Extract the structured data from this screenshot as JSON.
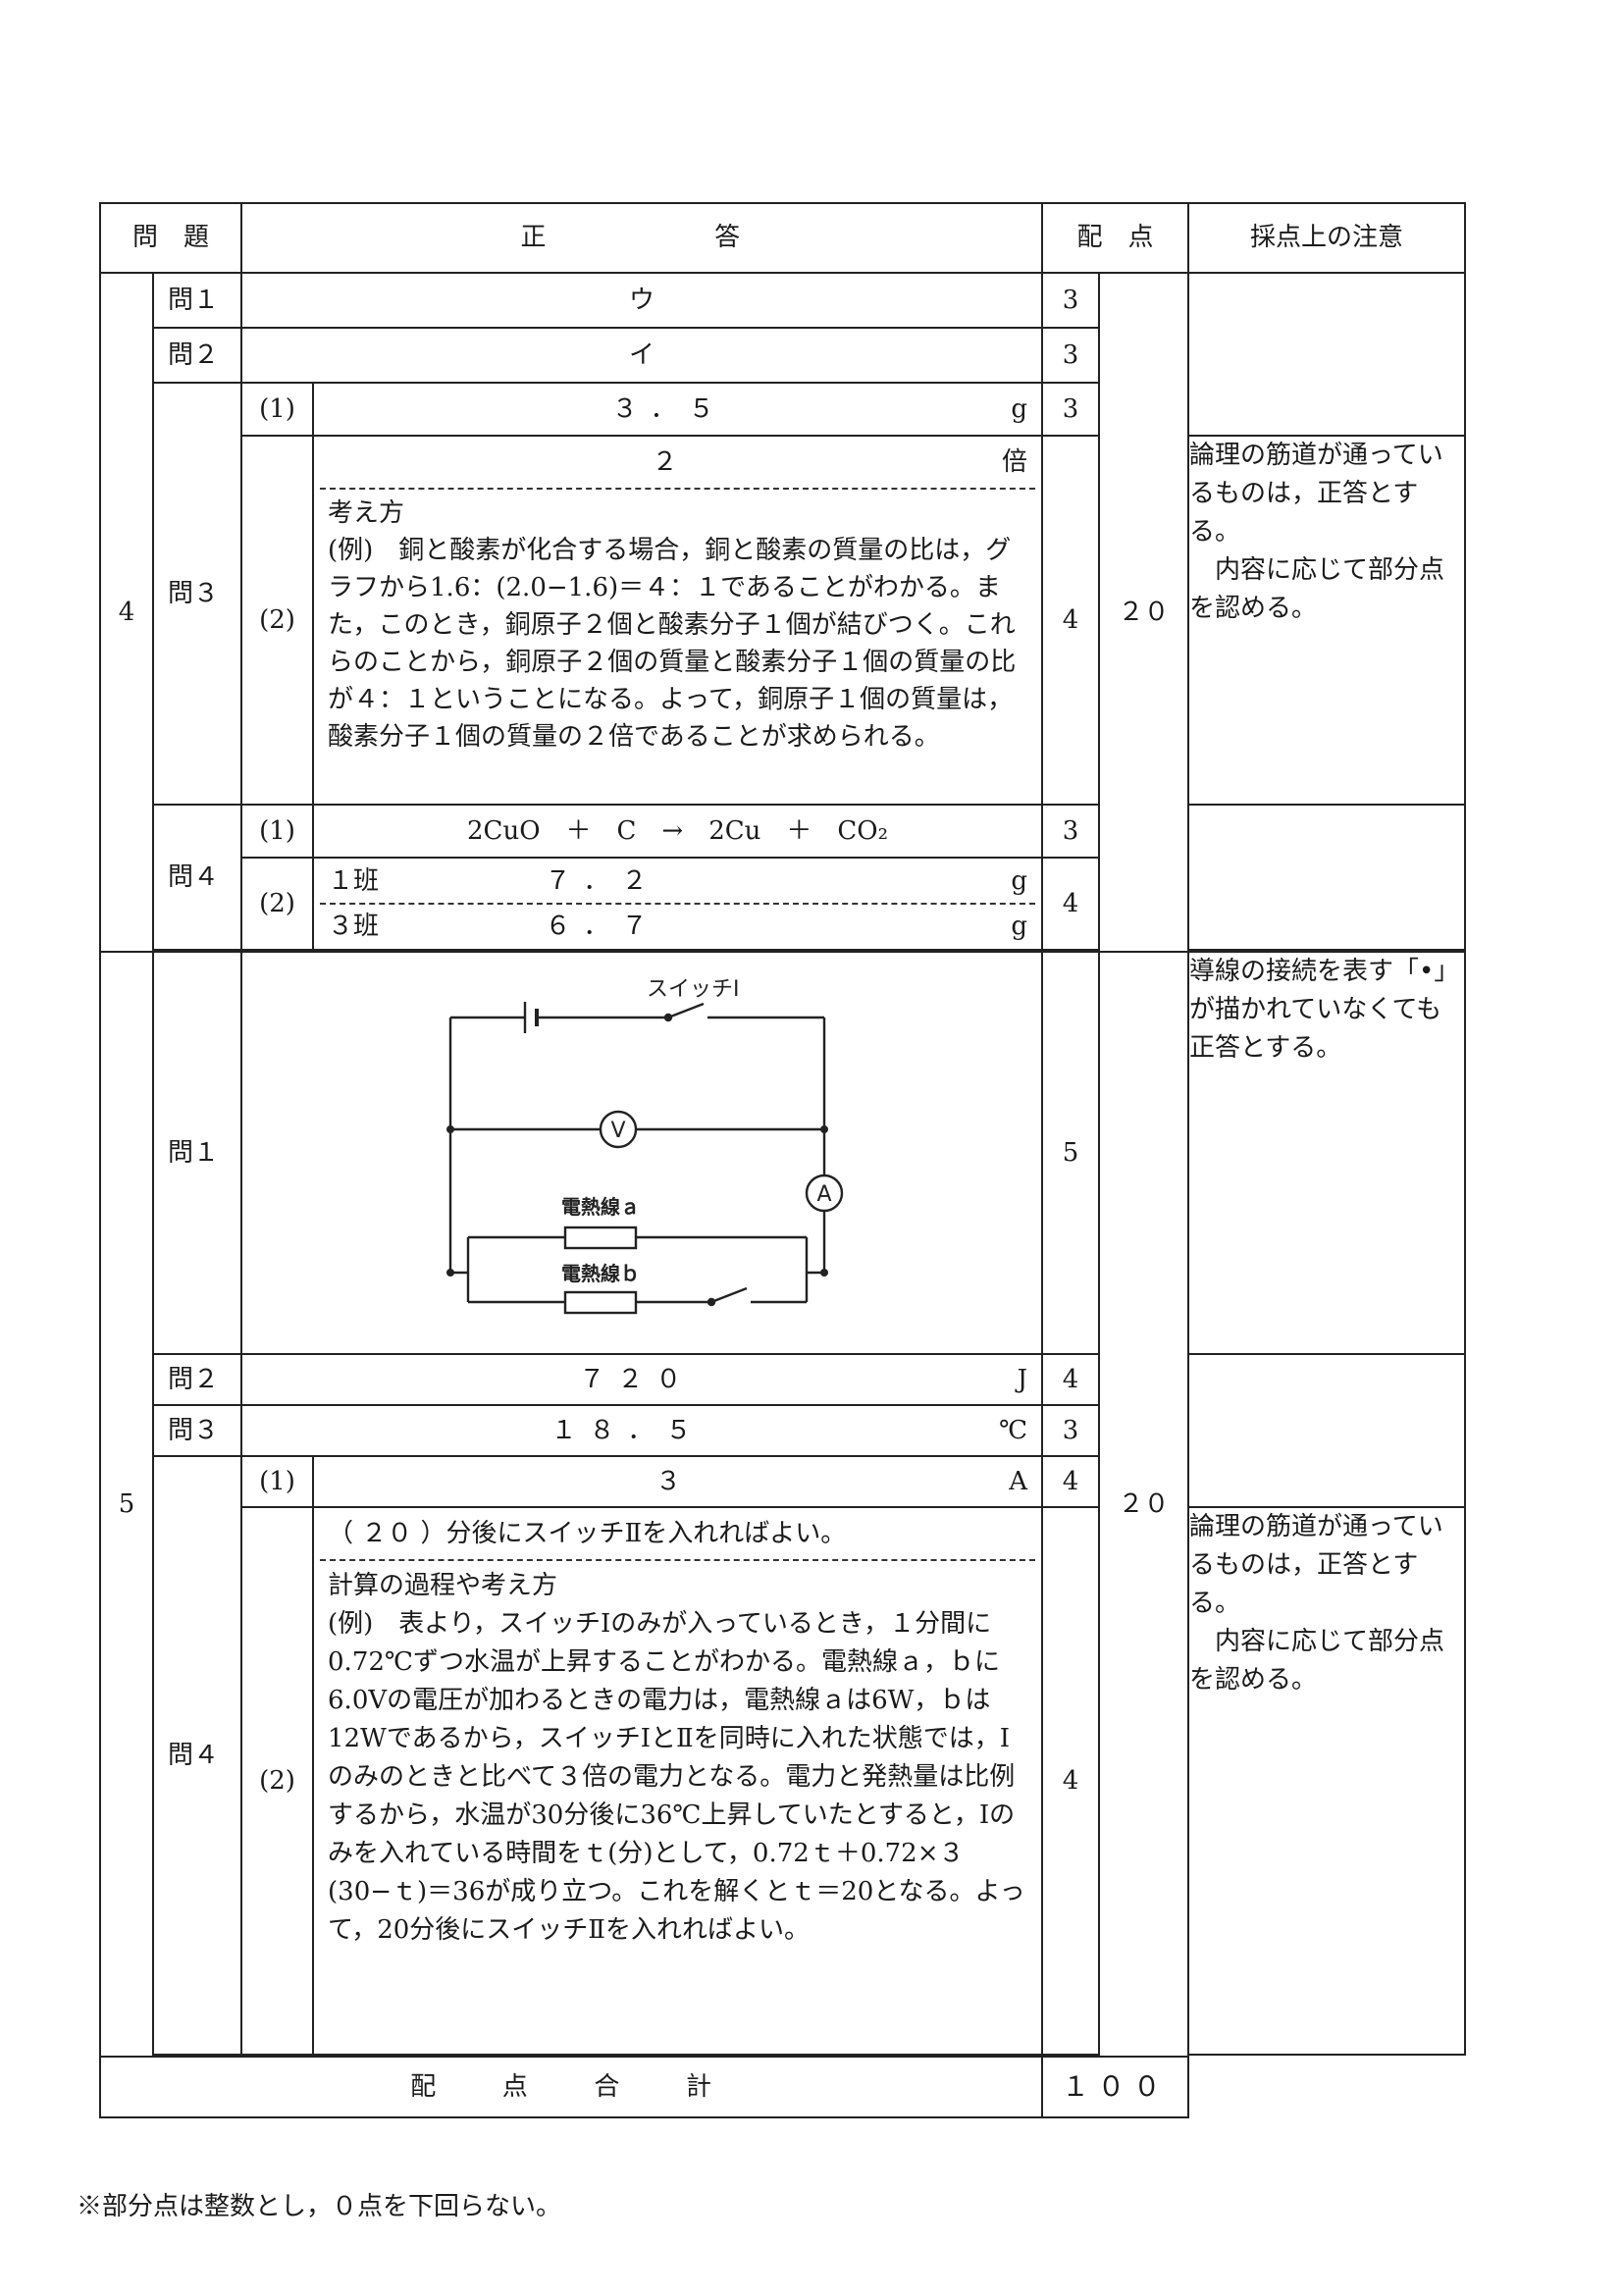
{
  "header": {
    "question": "問　題",
    "answer": "正　　　答",
    "points": "配　点",
    "notes": "採点上の注意"
  },
  "section4": {
    "number": "4",
    "total_points": "２０",
    "q1": {
      "label": "問１",
      "answer": "ウ",
      "points": "3"
    },
    "q2": {
      "label": "問２",
      "answer": "イ",
      "points": "3"
    },
    "q3": {
      "label": "問３",
      "p1": {
        "label": "(1)",
        "answer": "３．５",
        "unit": "g",
        "points": "3"
      },
      "p2": {
        "label": "(2)",
        "answer": "２",
        "unit": "倍",
        "points": "4",
        "explanation_title": "考え方",
        "explanation": "(例)　銅と酸素が化合する場合，銅と酸素の質量の比は，グラフから1.6：(2.0−1.6)＝４：１であることがわかる。また，このとき，銅原子２個と酸素分子１個が結びつく。これらのことから，銅原子２個の質量と酸素分子１個の質量の比が４：１ということになる。よって，銅原子１個の質量は，酸素分子１個の質量の２倍であることが求められる。"
      },
      "note": "論理の筋道が通っているものは，正答とする。\n　内容に応じて部分点を認める。"
    },
    "q4": {
      "label": "問４",
      "p1": {
        "label": "(1)",
        "answer": "2CuO　＋　C　→　2Cu　＋　CO₂",
        "points": "3"
      },
      "p2": {
        "label": "(2)",
        "points": "4",
        "row1": {
          "group": "１班",
          "value": "７．２",
          "unit": "g"
        },
        "row2": {
          "group": "３班",
          "value": "６．７",
          "unit": "g"
        }
      }
    }
  },
  "section5": {
    "number": "5",
    "total_points": "２０",
    "q1": {
      "label": "問１",
      "points": "5",
      "diagram": {
        "switch1": "スイッチⅠ",
        "voltmeter": "V",
        "ammeter": "A",
        "wire_a": "電熱線ａ",
        "wire_b": "電熱線ｂ"
      },
      "note": "導線の接続を表す「•」が描かれていなくても正答とする。"
    },
    "q2": {
      "label": "問２",
      "answer": "７２０",
      "unit": "J",
      "points": "4"
    },
    "q3": {
      "label": "問３",
      "answer": "１８．５",
      "unit": "℃",
      "points": "3"
    },
    "q4": {
      "label": "問４",
      "p1": {
        "label": "(1)",
        "answer": "３",
        "unit": "A",
        "points": "4"
      },
      "p2": {
        "label": "(2)",
        "points": "4",
        "answer": "（ ２０ ）分後にスイッチⅡを入れればよい。",
        "explanation_title": "計算の過程や考え方",
        "explanation": "(例)　表より，スイッチⅠのみが入っているとき，１分間に0.72℃ずつ水温が上昇することがわかる。電熱線ａ，ｂに6.0Vの電圧が加わるときの電力は，電熱線ａは6W，ｂは12Wであるから，スイッチⅠとⅡを同時に入れた状態では，Ⅰのみのときと比べて３倍の電力となる。電力と発熱量は比例するから，水温が30分後に36℃上昇していたとすると，Ⅰのみを入れている時間をｔ(分)として，0.72ｔ＋0.72×３(30−ｔ)＝36が成り立つ。これを解くとｔ＝20となる。よって，20分後にスイッチⅡを入れればよい。"
      },
      "note": "論理の筋道が通っているものは，正答とする。\n　内容に応じて部分点を認める。"
    }
  },
  "total": {
    "label": "配　点　合　計",
    "points": "１００"
  },
  "footnote": "※部分点は整数とし，０点を下回らない。"
}
